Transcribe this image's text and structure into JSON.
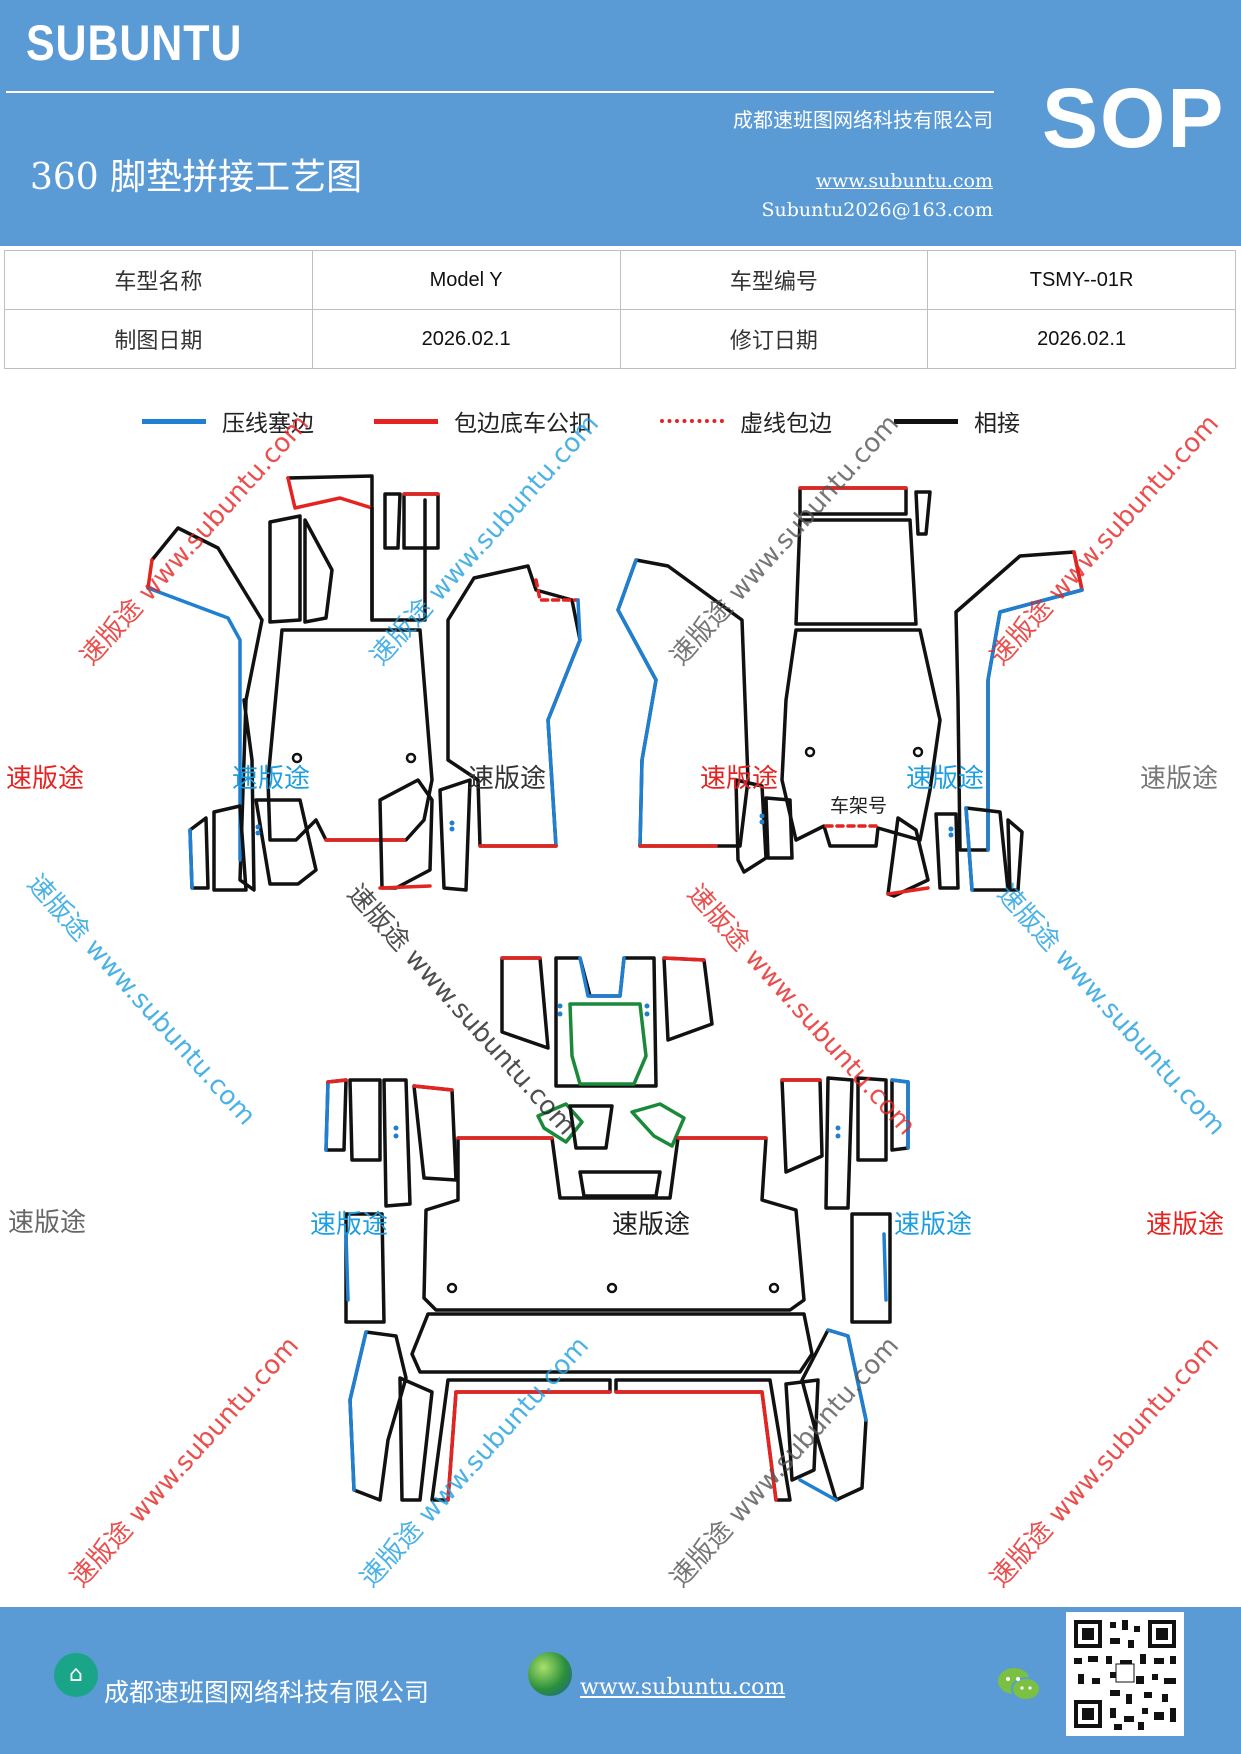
{
  "header": {
    "brand": "SUBUNTU",
    "title": "360 脚垫拼接工艺图",
    "company": "成都速班图网络科技有限公司",
    "website": "www.subuntu.com",
    "email": "Subuntu2026@163.com",
    "sop": "SOP"
  },
  "info": {
    "model_name_label": "车型名称",
    "model_name": "Model Y",
    "model_code_label": "车型编号",
    "model_code": "TSMY--01R",
    "draw_date_label": "制图日期",
    "draw_date": "2026.02.1",
    "revise_date_label": "修订日期",
    "revise_date": "2026.02.1"
  },
  "legend": [
    {
      "label": "压线塞边",
      "color": "#1f7fd0",
      "style": "solid"
    },
    {
      "label": "包边底车公扣",
      "color": "#e52421",
      "style": "solid"
    },
    {
      "label": "虚线包边",
      "color": "#e52421",
      "style": "dashed"
    },
    {
      "label": "相接",
      "color": "#111111",
      "style": "solid"
    }
  ],
  "drawing": {
    "frame_label": "车架号",
    "watermark_text": "速版途",
    "watermark_url": "www.subuntu.com"
  },
  "colors": {
    "header_bg": "#5b9bd5",
    "blue_line": "#1f7fd0",
    "red_line": "#e52421",
    "green_line": "#1a8a3a",
    "black_line": "#111111"
  },
  "footer": {
    "company": "成都速班图网络科技有限公司",
    "website": "www.subuntu.com",
    "home_icon": "home-icon",
    "globe_icon": "globe-icon",
    "wechat_icon": "wechat-icon"
  }
}
